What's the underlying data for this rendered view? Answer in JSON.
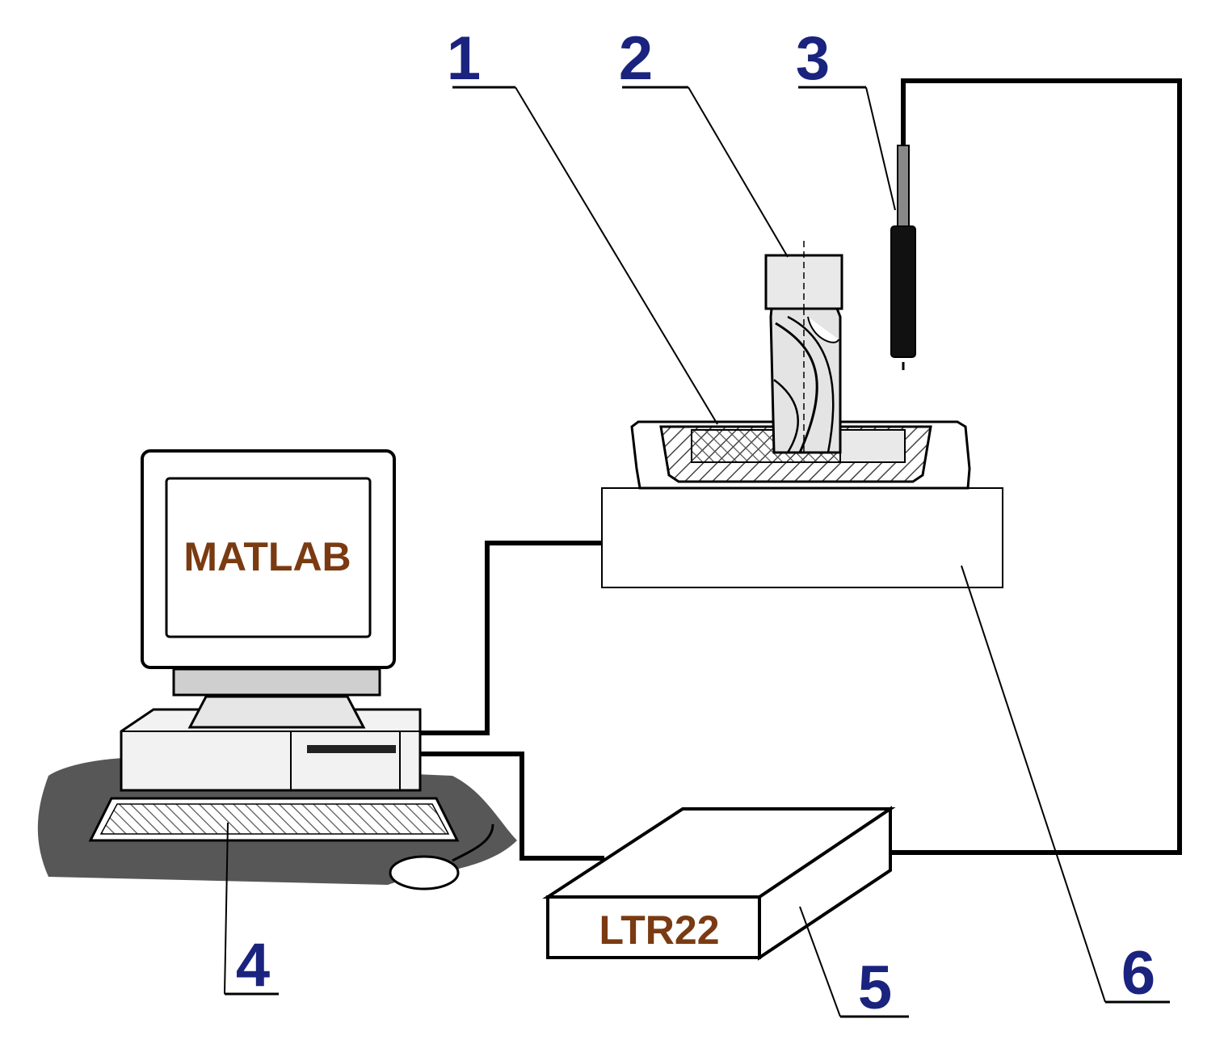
{
  "callouts": [
    "1",
    "2",
    "3",
    "4",
    "5",
    "6"
  ],
  "screen_label": "MATLAB",
  "device_label": "LTR22",
  "colors": {
    "callout_text": "#1a237e",
    "label_text": "#7a3a12",
    "line": "#000000",
    "body_fill": "#e9e9e9",
    "hatch": "#444444"
  }
}
